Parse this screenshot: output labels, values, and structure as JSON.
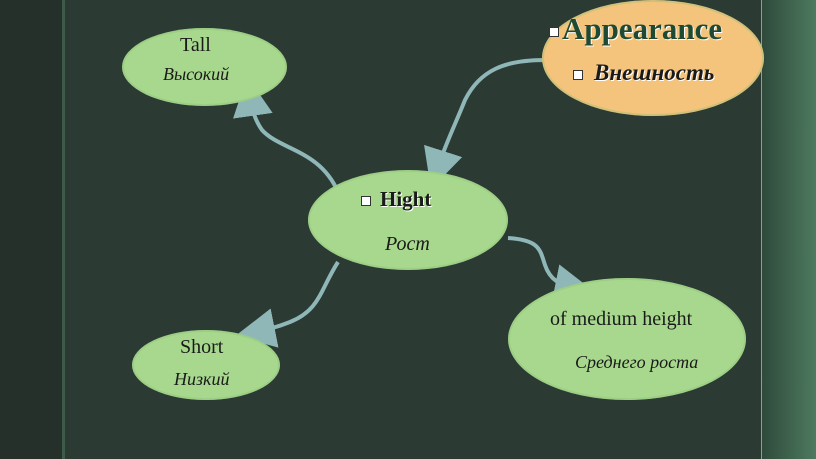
{
  "nodes": {
    "center": {
      "en": "Hight",
      "ru": "Рост"
    },
    "appearance": {
      "en": "Appearance",
      "ru": "Внешность"
    },
    "tall": {
      "en": "Tall",
      "ru": "Высокий"
    },
    "short": {
      "en": "Short",
      "ru": "Низкий"
    },
    "medium": {
      "en": "of medium height",
      "ru": "Среднего роста"
    }
  },
  "colors": {
    "node_green": "#a7d88d",
    "node_orange": "#f4c37c",
    "arrow": "#8fb7b7",
    "background": "#2c3a34"
  }
}
